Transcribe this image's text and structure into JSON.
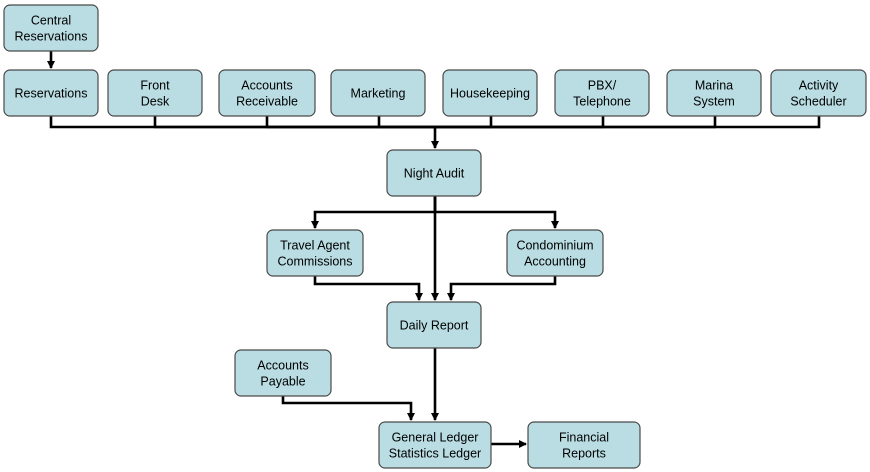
{
  "nodes": [
    {
      "id": "central-reservations",
      "lines": [
        "Central",
        "Reservations"
      ]
    },
    {
      "id": "reservations",
      "lines": [
        "Reservations"
      ]
    },
    {
      "id": "front-desk",
      "lines": [
        "Front",
        "Desk"
      ]
    },
    {
      "id": "accounts-receivable",
      "lines": [
        "Accounts",
        "Receivable"
      ]
    },
    {
      "id": "marketing",
      "lines": [
        "Marketing"
      ]
    },
    {
      "id": "housekeeping",
      "lines": [
        "Housekeeping"
      ]
    },
    {
      "id": "pbx-telephone",
      "lines": [
        "PBX/",
        "Telephone"
      ]
    },
    {
      "id": "marina-system",
      "lines": [
        "Marina",
        "System"
      ]
    },
    {
      "id": "activity-scheduler",
      "lines": [
        "Activity",
        "Scheduler"
      ]
    },
    {
      "id": "night-audit",
      "lines": [
        "Night Audit"
      ]
    },
    {
      "id": "travel-agent-commissions",
      "lines": [
        "Travel Agent",
        "Commissions"
      ]
    },
    {
      "id": "condominium-accounting",
      "lines": [
        "Condominium",
        "Accounting"
      ]
    },
    {
      "id": "daily-report",
      "lines": [
        "Daily Report"
      ]
    },
    {
      "id": "accounts-payable",
      "lines": [
        "Accounts",
        "Payable"
      ]
    },
    {
      "id": "general-ledger",
      "lines": [
        "General Ledger",
        "Statistics Ledger"
      ]
    },
    {
      "id": "financial-reports",
      "lines": [
        "Financial",
        "Reports"
      ]
    }
  ],
  "edges": [
    {
      "from": "central-reservations",
      "to": "reservations"
    },
    {
      "from": "reservations",
      "to": "night-audit"
    },
    {
      "from": "front-desk",
      "to": "night-audit"
    },
    {
      "from": "accounts-receivable",
      "to": "night-audit"
    },
    {
      "from": "marketing",
      "to": "night-audit"
    },
    {
      "from": "housekeeping",
      "to": "night-audit"
    },
    {
      "from": "pbx-telephone",
      "to": "night-audit"
    },
    {
      "from": "marina-system",
      "to": "night-audit"
    },
    {
      "from": "activity-scheduler",
      "to": "night-audit"
    },
    {
      "from": "night-audit",
      "to": "travel-agent-commissions"
    },
    {
      "from": "night-audit",
      "to": "condominium-accounting"
    },
    {
      "from": "night-audit",
      "to": "daily-report"
    },
    {
      "from": "travel-agent-commissions",
      "to": "daily-report"
    },
    {
      "from": "condominium-accounting",
      "to": "daily-report"
    },
    {
      "from": "daily-report",
      "to": "general-ledger"
    },
    {
      "from": "accounts-payable",
      "to": "general-ledger"
    },
    {
      "from": "general-ledger",
      "to": "financial-reports"
    }
  ]
}
